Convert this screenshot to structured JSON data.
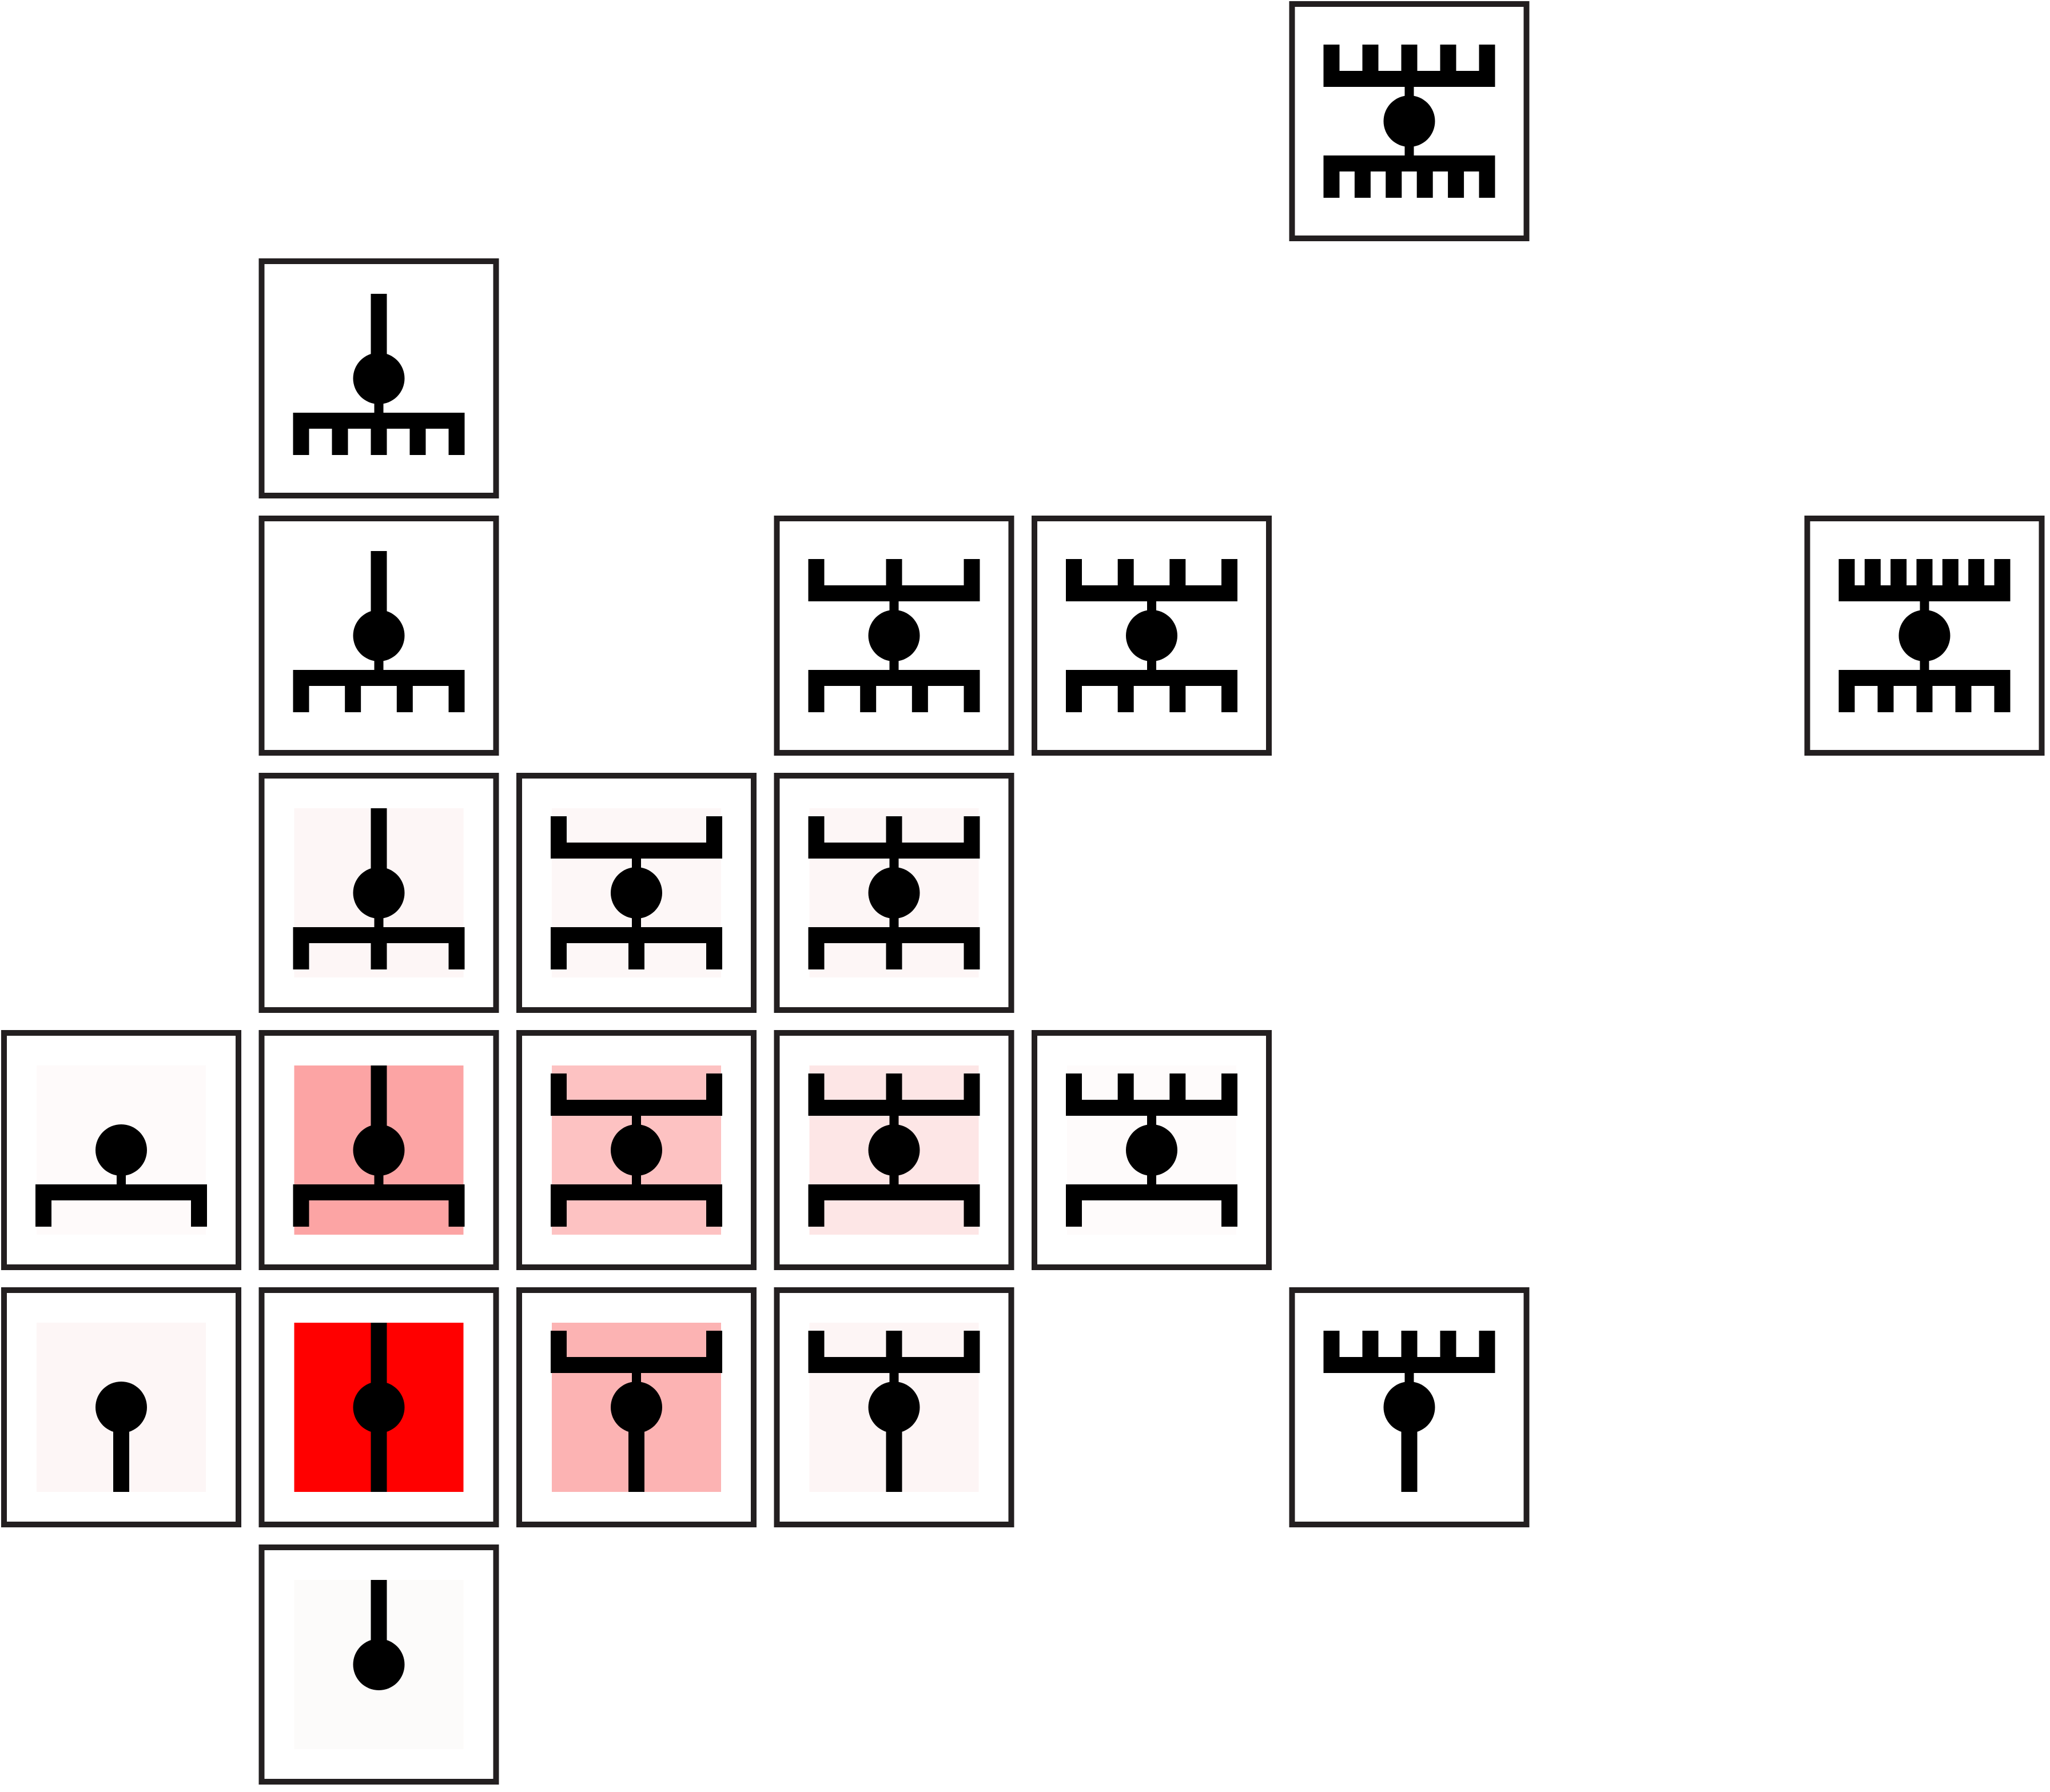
{
  "palette": {
    "frame": "#231f20",
    "glyph": "#000000",
    "page": "#ffffff"
  },
  "cells": [
    {
      "id": "r0c5",
      "row": 0,
      "col": 5,
      "fill": "#ffffff",
      "top": {
        "kind": "comb",
        "teeth": 5
      },
      "bottom": {
        "kind": "comb",
        "teeth": 6
      }
    },
    {
      "id": "r1c1",
      "row": 1,
      "col": 1,
      "fill": "#ffffff",
      "top": {
        "kind": "stem"
      },
      "bottom": {
        "kind": "comb",
        "teeth": 5
      }
    },
    {
      "id": "r2c1",
      "row": 2,
      "col": 1,
      "fill": "#ffffff",
      "top": {
        "kind": "stem"
      },
      "bottom": {
        "kind": "comb",
        "teeth": 4
      }
    },
    {
      "id": "r2c3",
      "row": 2,
      "col": 3,
      "fill": "#ffffff",
      "top": {
        "kind": "comb",
        "teeth": 3
      },
      "bottom": {
        "kind": "comb",
        "teeth": 4
      }
    },
    {
      "id": "r2c4",
      "row": 2,
      "col": 4,
      "fill": "#ffffff",
      "top": {
        "kind": "comb",
        "teeth": 4
      },
      "bottom": {
        "kind": "comb",
        "teeth": 4
      }
    },
    {
      "id": "r2c7",
      "row": 2,
      "col": 7,
      "fill": "#ffffff",
      "top": {
        "kind": "comb",
        "teeth": 7
      },
      "bottom": {
        "kind": "comb",
        "teeth": 5
      }
    },
    {
      "id": "r3c1",
      "row": 3,
      "col": 1,
      "fill": "#fdf6f6",
      "top": {
        "kind": "stem"
      },
      "bottom": {
        "kind": "comb",
        "teeth": 3
      }
    },
    {
      "id": "r3c2",
      "row": 3,
      "col": 2,
      "fill": "#fdf7f7",
      "top": {
        "kind": "comb",
        "teeth": 2
      },
      "bottom": {
        "kind": "comb",
        "teeth": 3
      }
    },
    {
      "id": "r3c3",
      "row": 3,
      "col": 3,
      "fill": "#fdf6f6",
      "top": {
        "kind": "comb",
        "teeth": 3
      },
      "bottom": {
        "kind": "comb",
        "teeth": 3
      }
    },
    {
      "id": "r4c0",
      "row": 4,
      "col": 0,
      "fill": "#fefafa",
      "top": {
        "kind": "none"
      },
      "bottom": {
        "kind": "comb",
        "teeth": 2
      }
    },
    {
      "id": "r4c1",
      "row": 4,
      "col": 1,
      "fill": "#fca4a4",
      "top": {
        "kind": "stem"
      },
      "bottom": {
        "kind": "comb",
        "teeth": 2
      }
    },
    {
      "id": "r4c2",
      "row": 4,
      "col": 2,
      "fill": "#fdc2c2",
      "top": {
        "kind": "comb",
        "teeth": 2
      },
      "bottom": {
        "kind": "comb",
        "teeth": 2
      }
    },
    {
      "id": "r4c3",
      "row": 4,
      "col": 3,
      "fill": "#fde6e6",
      "top": {
        "kind": "comb",
        "teeth": 3
      },
      "bottom": {
        "kind": "comb",
        "teeth": 2
      }
    },
    {
      "id": "r4c4",
      "row": 4,
      "col": 4,
      "fill": "#fefbfb",
      "top": {
        "kind": "comb",
        "teeth": 4
      },
      "bottom": {
        "kind": "comb",
        "teeth": 2
      }
    },
    {
      "id": "r5c0",
      "row": 5,
      "col": 0,
      "fill": "#fdf6f6",
      "top": {
        "kind": "none"
      },
      "bottom": {
        "kind": "stem"
      }
    },
    {
      "id": "r5c1",
      "row": 5,
      "col": 1,
      "fill": "#ff0000",
      "top": {
        "kind": "stem"
      },
      "bottom": {
        "kind": "stem"
      }
    },
    {
      "id": "r5c2",
      "row": 5,
      "col": 2,
      "fill": "#fcb3b3",
      "top": {
        "kind": "comb",
        "teeth": 2
      },
      "bottom": {
        "kind": "stem"
      }
    },
    {
      "id": "r5c3",
      "row": 5,
      "col": 3,
      "fill": "#fdf5f5",
      "top": {
        "kind": "comb",
        "teeth": 3
      },
      "bottom": {
        "kind": "stem"
      }
    },
    {
      "id": "r5c5",
      "row": 5,
      "col": 5,
      "fill": "#ffffff",
      "top": {
        "kind": "comb",
        "teeth": 5
      },
      "bottom": {
        "kind": "stem"
      }
    },
    {
      "id": "r6c1",
      "row": 6,
      "col": 1,
      "fill": "#fcfbfa",
      "top": {
        "kind": "stem"
      },
      "bottom": {
        "kind": "none"
      }
    }
  ]
}
